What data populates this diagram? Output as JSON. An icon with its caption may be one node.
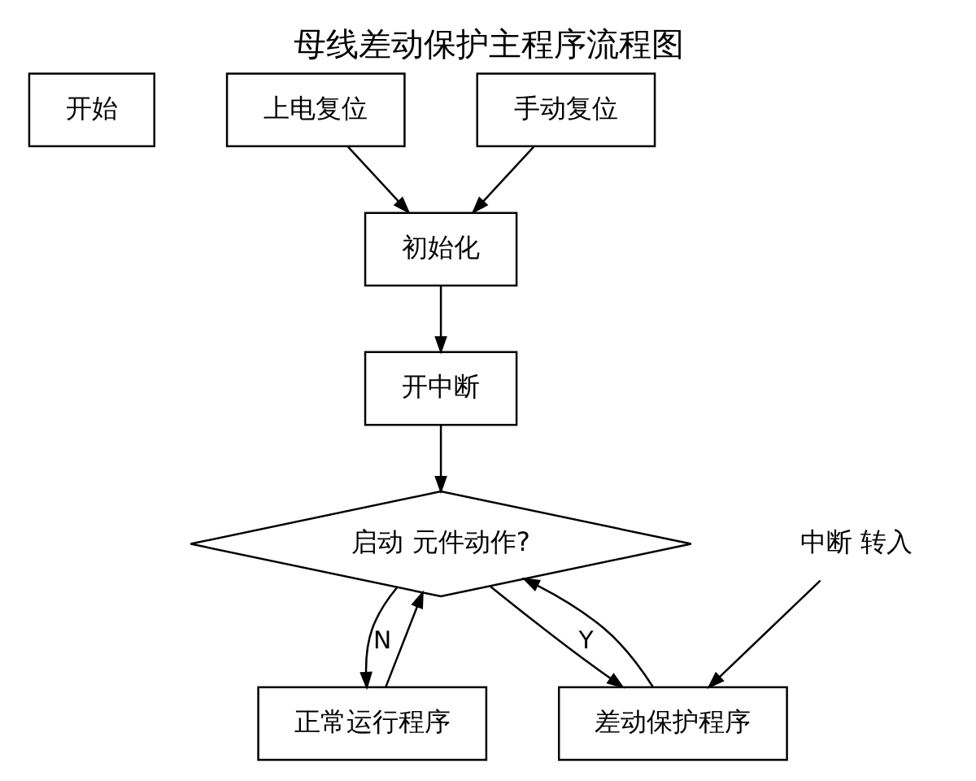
{
  "diagram": {
    "title": "母线差动保护主程序流程图",
    "nodes": [
      {
        "text": [
          "开始"
        ]
      },
      {
        "text": [
          "上电复位"
        ]
      },
      {
        "text": [
          "手动复位"
        ]
      },
      {
        "text": [
          "初始化"
        ]
      },
      {
        "text": [
          "开中断"
        ]
      },
      {
        "text": [
          "启动 元件动作?"
        ]
      },
      {
        "text": [
          "正常运行程序"
        ]
      },
      {
        "text": [
          "差动保护程序"
        ]
      },
      {
        "text": [
          "中断 转入"
        ]
      }
    ],
    "edges": [
      {
        "from": 1,
        "to": 3,
        "arrow": "to"
      },
      {
        "from": 2,
        "to": 3,
        "arrow": "to"
      },
      {
        "from": 3,
        "to": 4,
        "arrow": "to"
      },
      {
        "from": 4,
        "to": 5,
        "arrow": "to"
      },
      {
        "from": 5,
        "to": 6,
        "label": "N",
        "arrow": "to"
      },
      {
        "from": 5,
        "to": 7,
        "label": "Y",
        "arrow": "to"
      },
      {
        "from": 8,
        "to": 7,
        "arrow": "to"
      },
      {
        "from": 6,
        "to": 5,
        "arrow": "to"
      },
      {
        "from": 7,
        "to": 5,
        "arrow": "to"
      }
    ]
  }
}
